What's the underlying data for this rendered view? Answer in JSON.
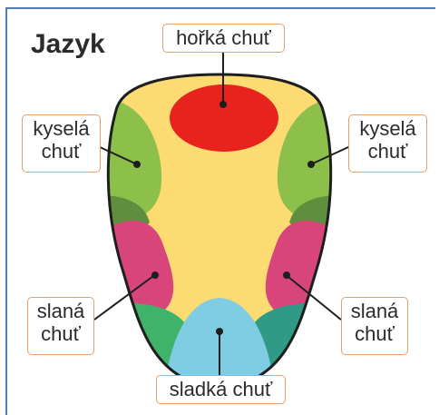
{
  "title": "Jazyk",
  "labels": {
    "bitter": {
      "line1": "hořká chuť",
      "line2": ""
    },
    "sour_left": {
      "line1": "kyselá",
      "line2": "chuť"
    },
    "sour_right": {
      "line1": "kyselá",
      "line2": "chuť"
    },
    "salty_left": {
      "line1": "slaná",
      "line2": "chuť"
    },
    "salty_right": {
      "line1": "slaná",
      "line2": "chuť"
    },
    "sweet": {
      "line1": "sladká chuť",
      "line2": ""
    }
  },
  "colors": {
    "tongue_base": "#fcdc72",
    "bitter_zone": "#e8231e",
    "sour_zone": "#8cc04a",
    "salty_zone": "#d8457a",
    "sweet_zone": "#7ecde3",
    "outline": "#1e1e1e",
    "label_border": "#e8a06a",
    "frame_border": "#4f7fb5"
  }
}
